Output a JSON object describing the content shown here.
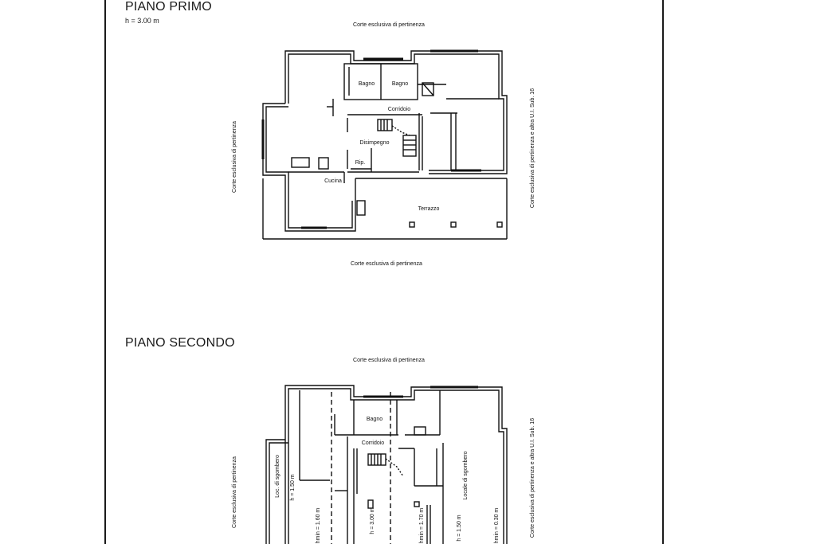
{
  "piano_primo": {
    "title": "PIANO PRIMO",
    "height": "h = 3.00 m",
    "surroundings": {
      "top": "Corte esclusiva di pertinenza",
      "bottom": "Corte esclusiva di pertinenza",
      "left": "Corte esclusiva di pertinenza",
      "right": "Corte esclusiva di pertinenza e altra U.I. Sub. 16"
    },
    "rooms": {
      "bagno_1": "Bagno",
      "bagno_2": "Bagno",
      "corridoio": "Corridoio",
      "disimpegno": "Disimpegno",
      "rip": "Rip.",
      "cucina": "Cucina",
      "terrazzo": "Terrazzo"
    }
  },
  "piano_secondo": {
    "title": "PIANO SECONDO",
    "surroundings": {
      "top": "Corte esclusiva di pertinenza",
      "left": "Corte esclusiva di pertinenza",
      "right": "Corte esclusiva di pertinenza e altra U.I. Sub. 16"
    },
    "rooms": {
      "bagno": "Bagno",
      "corridoio": "Corridoio",
      "loc_sgombero": "Loc. di sgombero",
      "loc_sgombero_h": "h = 1.50 m",
      "locale_sgombero": "Locale di sgombero"
    },
    "heights": {
      "hmin_160": "hmin = 1.60 m",
      "h_300": "h = 3.00 m",
      "hmin_170": "hmin = 1.70 m",
      "hmin_150": "h = 1.50 m",
      "hmin_030": "hmin = 0.30 m"
    }
  }
}
